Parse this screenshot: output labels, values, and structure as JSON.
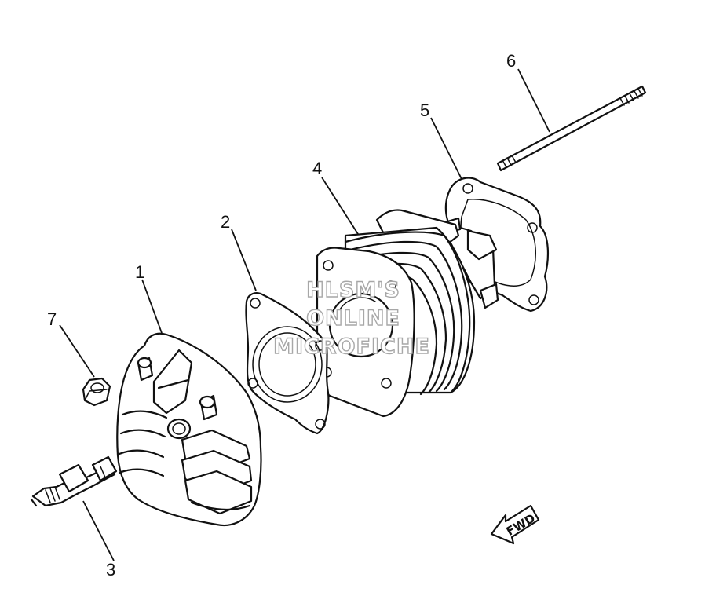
{
  "callouts": [
    {
      "id": "1",
      "label": "1"
    },
    {
      "id": "2",
      "label": "2"
    },
    {
      "id": "3",
      "label": "3"
    },
    {
      "id": "4",
      "label": "4"
    },
    {
      "id": "5",
      "label": "5"
    },
    {
      "id": "6",
      "label": "6"
    },
    {
      "id": "7",
      "label": "7"
    }
  ],
  "watermark": {
    "line1": "HLSM'S",
    "line2": "ONLINE",
    "line3": "MICROFICHE",
    "color": "#a7a7a7"
  },
  "direction_arrow": {
    "label": "FWD"
  }
}
